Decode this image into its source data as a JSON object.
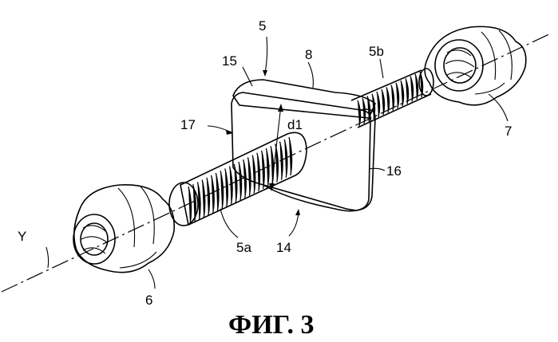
{
  "figure": {
    "caption": "ФИГ. 3",
    "labels": {
      "part_5": "5",
      "part_15": "15",
      "part_8": "8",
      "part_5b": "5b",
      "part_17": "17",
      "part_d1": "d1",
      "part_16": "16",
      "part_7": "7",
      "part_Y": "Y",
      "part_5a": "5a",
      "part_14": "14",
      "part_6": "6"
    }
  }
}
